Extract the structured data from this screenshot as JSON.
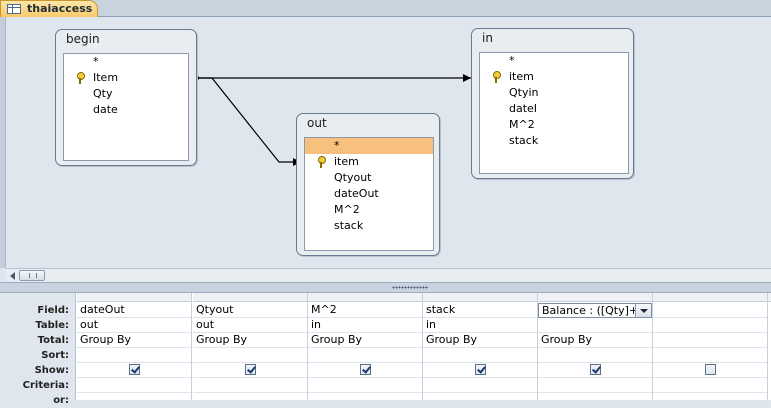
{
  "document_tab": {
    "label": "thaiaccess",
    "icon": "query-table-icon"
  },
  "tables": [
    {
      "name": "begin",
      "fields": [
        {
          "label": "*",
          "key": false,
          "selected": false
        },
        {
          "label": "Item",
          "key": true,
          "selected": false
        },
        {
          "label": "Qty",
          "key": false,
          "selected": false
        },
        {
          "label": "date",
          "key": false,
          "selected": false
        }
      ]
    },
    {
      "name": "out",
      "fields": [
        {
          "label": "*",
          "key": false,
          "selected": true
        },
        {
          "label": "item",
          "key": true,
          "selected": false
        },
        {
          "label": "Qtyout",
          "key": false,
          "selected": false
        },
        {
          "label": "dateOut",
          "key": false,
          "selected": false
        },
        {
          "label": "M^2",
          "key": false,
          "selected": false
        },
        {
          "label": "stack",
          "key": false,
          "selected": false
        }
      ]
    },
    {
      "name": "in",
      "fields": [
        {
          "label": "*",
          "key": false,
          "selected": false
        },
        {
          "label": "item",
          "key": true,
          "selected": false
        },
        {
          "label": "Qtyin",
          "key": false,
          "selected": false
        },
        {
          "label": "dateI",
          "key": false,
          "selected": false
        },
        {
          "label": "M^2",
          "key": false,
          "selected": false
        },
        {
          "label": "stack",
          "key": false,
          "selected": false
        }
      ]
    }
  ],
  "grid": {
    "row_labels": [
      "Field:",
      "Table:",
      "Total:",
      "Sort:",
      "Show:",
      "Criteria:",
      "or:"
    ],
    "columns": [
      {
        "field": "dateOut",
        "table": "out",
        "total": "Group By",
        "sort": "",
        "show": true,
        "criteria": "",
        "or": ""
      },
      {
        "field": "Qtyout",
        "table": "out",
        "total": "Group By",
        "sort": "",
        "show": true,
        "criteria": "",
        "or": ""
      },
      {
        "field": "M^2",
        "table": "in",
        "total": "Group By",
        "sort": "",
        "show": true,
        "criteria": "",
        "or": ""
      },
      {
        "field": "stack",
        "table": "in",
        "total": "Group By",
        "sort": "",
        "show": true,
        "criteria": "",
        "or": ""
      },
      {
        "field": "Balance : ([Qty]+[C",
        "table": "",
        "total": "Group By",
        "sort": "",
        "show": true,
        "criteria": "",
        "or": ""
      },
      {
        "field": "",
        "table": "",
        "total": "",
        "sort": "",
        "show": false,
        "criteria": "",
        "or": ""
      },
      {
        "field": "",
        "table": "",
        "total": "",
        "sort": "",
        "show": false,
        "criteria": "",
        "or": ""
      }
    ]
  },
  "colors": {
    "tab_active": "#f9c96a",
    "selected_field": "#f7c07c",
    "design_background": "#dfe6ee"
  }
}
